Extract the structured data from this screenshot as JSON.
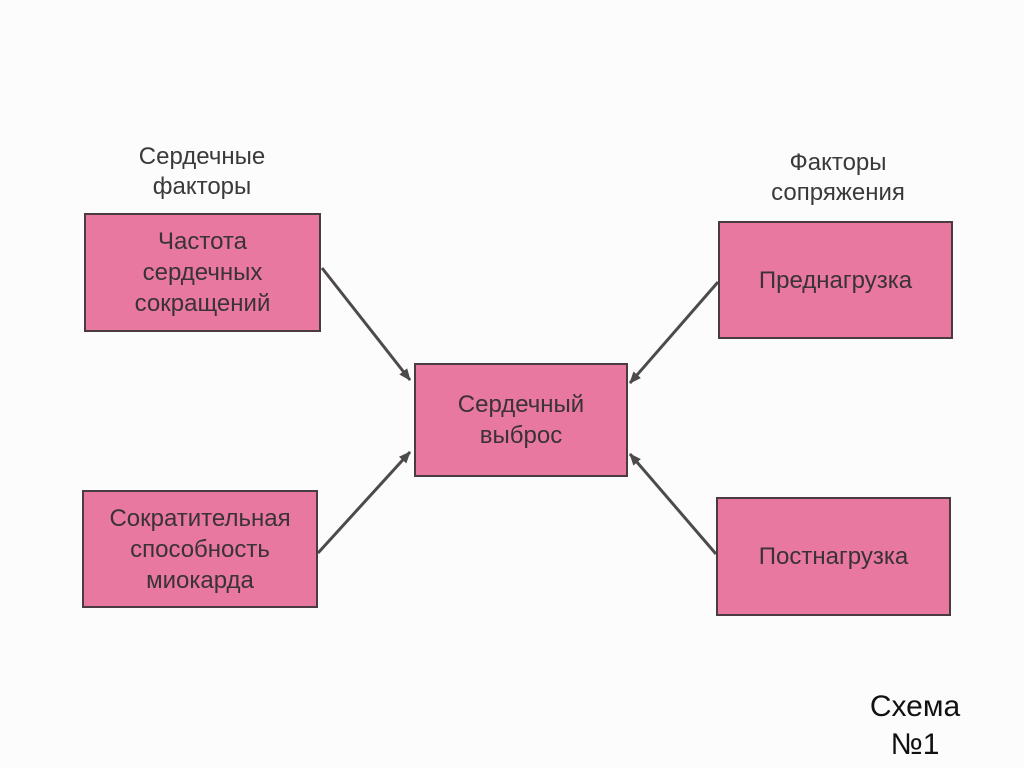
{
  "diagram": {
    "group_left": {
      "line1": "Сердечные",
      "line2": "факторы"
    },
    "group_right": {
      "line1": "Факторы",
      "line2": "сопряжения"
    },
    "nodes": {
      "heart_rate": [
        "Частота",
        "сердечных",
        "сокращений"
      ],
      "contractility": [
        "Сократительная",
        "способность",
        "миокарда"
      ],
      "cardiac_output": [
        "Сердечный",
        "выброс"
      ],
      "preload": [
        "Преднагрузка"
      ],
      "afterload": [
        "Постнагрузка"
      ]
    },
    "edges": [
      {
        "from": "heart_rate",
        "to": "cardiac_output"
      },
      {
        "from": "contractility",
        "to": "cardiac_output"
      },
      {
        "from": "preload",
        "to": "cardiac_output"
      },
      {
        "from": "afterload",
        "to": "cardiac_output"
      }
    ],
    "colors": {
      "box_fill": "#e8789f",
      "box_border": "#4a3a42",
      "arrow": "#4d4a4b"
    }
  },
  "caption": {
    "line1": "Схема",
    "line2": "№1"
  }
}
